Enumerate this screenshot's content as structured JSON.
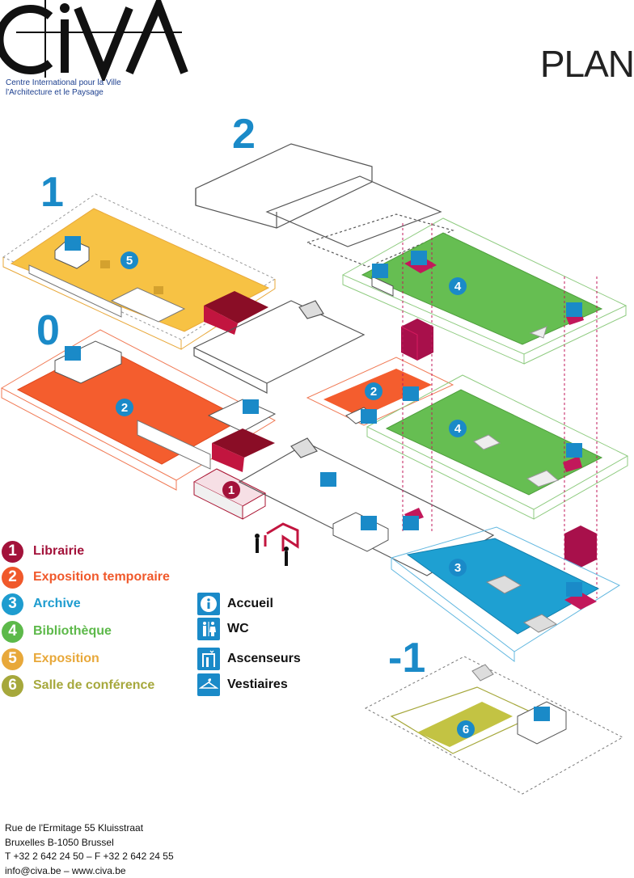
{
  "header": {
    "logo_text": "CIVA",
    "logo_subtitle_line1": "Centre International pour la Ville",
    "logo_subtitle_line2": "l'Architecture et le Paysage",
    "page_title": "PLAN"
  },
  "floors": {
    "level_2": "2",
    "level_1": "1",
    "level_0": "0",
    "level_minus_1": "-1"
  },
  "map_markers": [
    "5",
    "4",
    "4",
    "2",
    "2",
    "1",
    "3",
    "6"
  ],
  "legend": [
    {
      "number": "1",
      "label": "Librairie",
      "color": "#a3123a"
    },
    {
      "number": "2",
      "label": "Exposition temporaire",
      "color": "#f0592b"
    },
    {
      "number": "3",
      "label": "Archive",
      "color": "#1e9ccf"
    },
    {
      "number": "4",
      "label": "Bibliothèque",
      "color": "#5db94a"
    },
    {
      "number": "5",
      "label": "Exposition",
      "color": "#e8a83a"
    },
    {
      "number": "6",
      "label": "Salle de conférence",
      "color": "#a6a83c"
    }
  ],
  "services": [
    {
      "icon": "info-icon",
      "label": "Accueil"
    },
    {
      "icon": "wc-icon",
      "label": "WC"
    },
    {
      "icon": "elevator-icon",
      "label": "Ascenseurs"
    },
    {
      "icon": "coat-hanger-icon",
      "label": "Vestiaires"
    }
  ],
  "address": {
    "line1": "Rue de l'Ermitage 55 Kluisstraat",
    "line2": "Bruxelles B-1050 Brussel",
    "line3": "T +32 2 642 24 50 – F +32 2 642 24 55",
    "line4": "info@civa.be – www.civa.be"
  },
  "colors": {
    "accent_blue": "#1a8ac8",
    "exposition_yellow": "#f7c244",
    "temporary_orange": "#f45d2e",
    "library_green": "#66be52",
    "archive_blue": "#1ea0d2",
    "bookshop_red": "#a8102f",
    "conference_olive": "#c3c343",
    "elevator_magenta": "#c2185b"
  }
}
